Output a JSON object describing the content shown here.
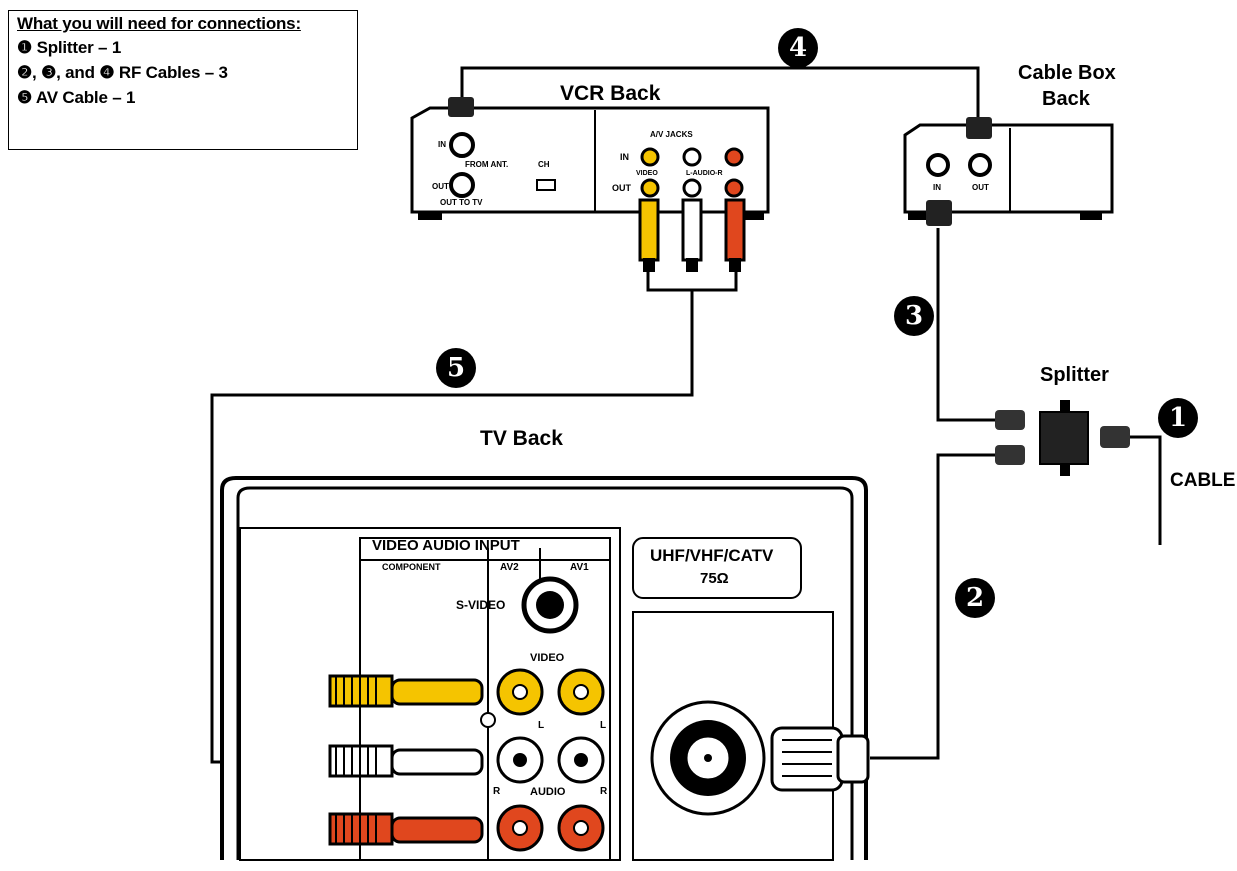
{
  "legend": {
    "title": "What you will need for connections:",
    "items": [
      "❶ Splitter – 1",
      "❷, ❸, and ❹ RF Cables – 3",
      "❺ AV Cable – 1"
    ]
  },
  "labels": {
    "vcr": "VCR Back",
    "cable_box_1": "Cable Box",
    "cable_box_2": "Back",
    "splitter": "Splitter",
    "cable": "CABLE",
    "tv": "TV Back"
  },
  "callouts": {
    "n1": "1",
    "n2": "2",
    "n3": "3",
    "n4": "4",
    "n5": "5"
  },
  "vcr_panel": {
    "av_jacks": "A/V JACKS",
    "in": "IN",
    "out": "OUT",
    "in_from_ant": "FROM ANT.",
    "out_to_tv": "OUT TO TV",
    "ch": "CH",
    "video": "VIDEO",
    "audio": "L-AUDIO-R"
  },
  "cable_box_panel": {
    "in": "IN",
    "out": "OUT"
  },
  "tv_panel": {
    "video_audio_input": "VIDEO AUDIO INPUT",
    "component": "COMPONENT",
    "av2": "AV2",
    "av1": "AV1",
    "s_video": "S-VIDEO",
    "video": "VIDEO",
    "audio": "AUDIO",
    "l": "L",
    "r": "R",
    "uhf_line1": "UHF/VHF/CATV",
    "uhf_line2": "75Ω"
  },
  "colors": {
    "yellow": "#F5C400",
    "red": "#E0471E",
    "white": "#ffffff",
    "black": "#000000"
  }
}
